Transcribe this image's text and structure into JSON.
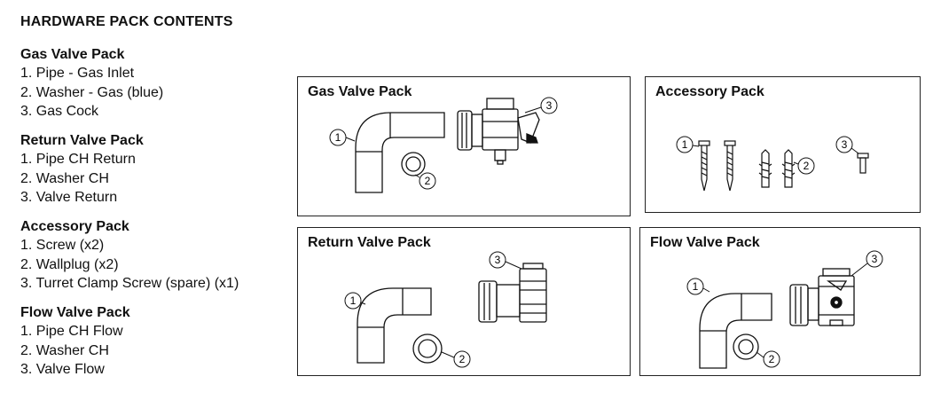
{
  "heading": "HARDWARE PACK CONTENTS",
  "lists": [
    {
      "title": "Gas Valve Pack",
      "items": [
        "1. Pipe - Gas Inlet",
        "2. Washer - Gas (blue)",
        "3. Gas Cock"
      ]
    },
    {
      "title": "Return Valve Pack",
      "items": [
        "1. Pipe CH Return",
        "2. Washer CH",
        "3. Valve Return"
      ]
    },
    {
      "title": "Accessory Pack",
      "items": [
        "1. Screw (x2)",
        "2. Wallplug (x2)",
        "3. Turret Clamp Screw (spare) (x1)"
      ]
    },
    {
      "title": "Flow Valve Pack",
      "items": [
        "1. Pipe CH Flow",
        "2. Washer CH",
        "3. Valve Flow"
      ]
    }
  ],
  "panels": {
    "gas": {
      "title": "Gas Valve Pack"
    },
    "accessory": {
      "title": "Accessory Pack"
    },
    "return": {
      "title": "Return Valve Pack"
    },
    "flow": {
      "title": "Flow Valve Pack"
    }
  },
  "callouts": {
    "one": "1",
    "two": "2",
    "three": "3"
  }
}
